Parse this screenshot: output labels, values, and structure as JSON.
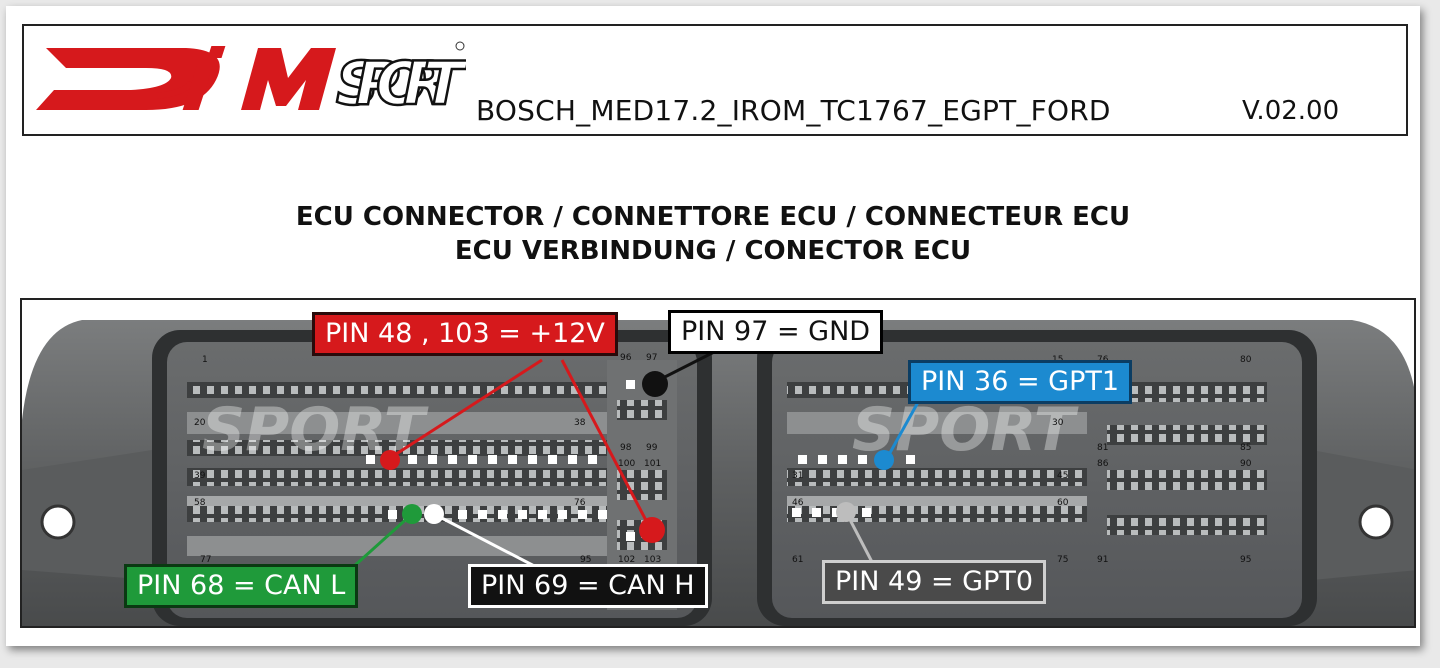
{
  "header": {
    "logo_text": "DiMSPORT",
    "doc_title": "BOSCH_MED17.2_IROM_TC1767_EGPT_FORD",
    "version": "V.02.00"
  },
  "headings": {
    "line1": "ECU CONNECTOR / CONNETTORE ECU / CONNECTEUR ECU",
    "line2": "ECU VERBINDUNG / CONECTOR ECU"
  },
  "colors": {
    "red": "#d6191c",
    "black": "#000000",
    "blue": "#1c8ad0",
    "green": "#1f9a3a",
    "white": "#ffffff",
    "grey": "#bdbdbd"
  },
  "pins": {
    "power": "PIN 48 , 103 = +12V",
    "gnd": "PIN 97 = GND",
    "gpt1": "PIN 36 = GPT1",
    "can_l": "PIN 68 = CAN L",
    "can_h": "PIN 69 = CAN H",
    "gpt0": "PIN 49 = GPT0"
  },
  "connector_labels": {
    "p1": "1",
    "p20": "20",
    "p38": "38",
    "p39": "39",
    "p58": "58",
    "p76": "76",
    "p77": "77",
    "p95": "95",
    "p96": "96",
    "p97": "97",
    "p98": "98",
    "p99": "99",
    "p100": "100",
    "p101": "101",
    "p102": "102",
    "p103": "103",
    "p15": "15",
    "p30": "30",
    "p31": "31",
    "p45": "45",
    "p46": "46",
    "p60": "60",
    "p61": "61",
    "p75": "75",
    "p76b": "76",
    "p80": "80",
    "p81": "81",
    "p85": "85",
    "p86": "86",
    "p90": "90",
    "p91": "91",
    "p95b": "95"
  }
}
